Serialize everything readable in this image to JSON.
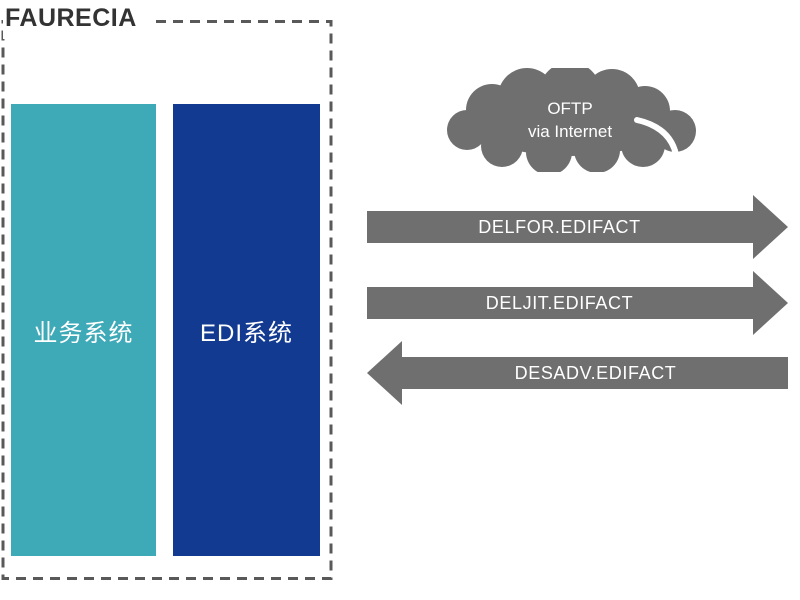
{
  "page": {
    "background": "#FFFFFF"
  },
  "header": {
    "company_label": "FAURECIA",
    "text_color": "#333333"
  },
  "faurecia_group": {
    "border_color": "#595959",
    "systems": [
      {
        "name": "business-system",
        "label": "业务系统",
        "fill": "#3EA9B7",
        "text_color": "#FFFFFF"
      },
      {
        "name": "edi-system",
        "label": "EDI系统",
        "fill": "#123A90",
        "text_color": "#FFFFFF"
      }
    ]
  },
  "cloud": {
    "line1": "OFTP",
    "line2": "via Internet",
    "fill": "#6F6F6F",
    "text_color": "#FFFFFF"
  },
  "arrows": [
    {
      "label": "DELFOR.EDIFACT",
      "direction": "right",
      "fill": "#6F6F6F",
      "text_color": "#FFFFFF"
    },
    {
      "label": "DELJIT.EDIFACT",
      "direction": "right",
      "fill": "#6F6F6F",
      "text_color": "#FFFFFF"
    },
    {
      "label": "DESADV.EDIFACT",
      "direction": "left",
      "fill": "#6F6F6F",
      "text_color": "#FFFFFF"
    }
  ]
}
